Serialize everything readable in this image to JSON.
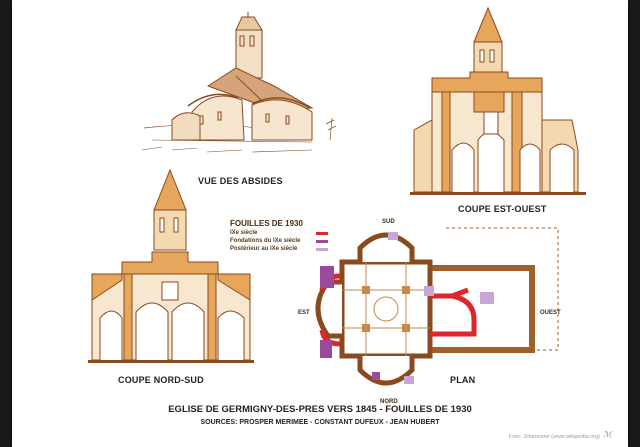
{
  "captions": {
    "vue_des_absides": "VUE DES ABSIDES",
    "coupe_est_ouest": "COUPE EST-OUEST",
    "coupe_nord_sud": "COUPE NORD-SUD",
    "plan": "PLAN"
  },
  "legend": {
    "title": "FOUILLES DE 1930",
    "items": [
      {
        "label": "IXe siècle",
        "color": "#e0262b"
      },
      {
        "label": "Fondations du IXe siècle",
        "color": "#9b4a9b"
      },
      {
        "label": "Postérieur au IXe siècle",
        "color": "#c9a6d8"
      }
    ]
  },
  "plan_labels": {
    "sud": "SUD",
    "nord": "NORD",
    "est": "EST",
    "ouest": "OUEST"
  },
  "title": "EGLISE DE GERMIGNY-DES-PRES VERS 1845 - FOUILLES DE 1930",
  "sources": "SOURCES: PROSPER MERIMEE - CONSTANT DUFEUX - JEAN HUBERT",
  "credit": "Foto: Jchancerel (www.wikipedia.org)",
  "logo": "ℳ",
  "colors": {
    "masonry": "#a0602a",
    "fill": "#e6a65c",
    "line": "#8a4a1e"
  }
}
